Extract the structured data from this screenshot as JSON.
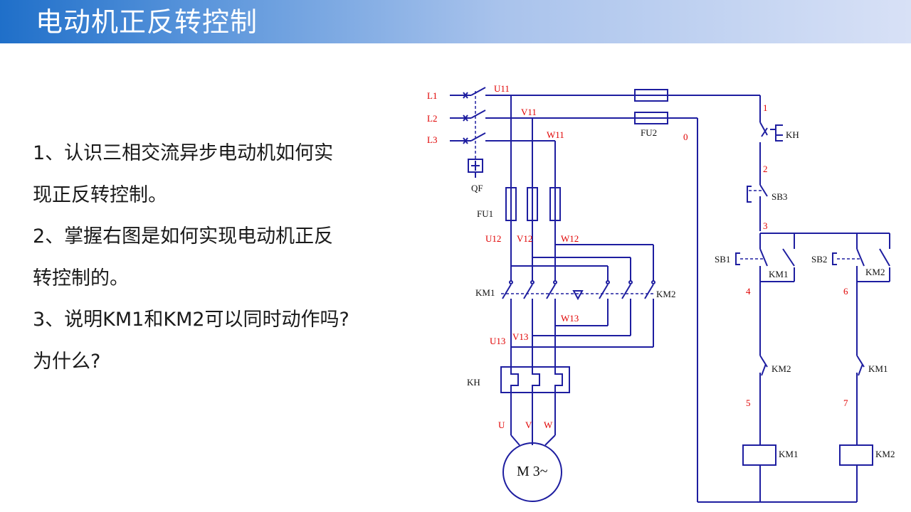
{
  "slide_title": "电动机正反转控制",
  "questions": [
    "1、认识三相交流异步电动机如何实",
    "现正反转控制。",
    "2、掌握右图是如何实现电动机正反",
    "转控制的。",
    "3、说明KM1和KM2可以同时动作吗?",
    "为什么?"
  ],
  "circuit": {
    "phases": [
      "L1",
      "L2",
      "L3"
    ],
    "breaker": "QF",
    "main_fuse": "FU1",
    "control_fuse": "FU2",
    "node_u11": "U11",
    "node_v11": "V11",
    "node_w11": "W11",
    "node_u12": "U12",
    "node_v12": "V12",
    "node_w12": "W12",
    "node_w13": "W13",
    "node_v13": "V13",
    "node_u13": "U13",
    "contactor_fwd": "KM1",
    "contactor_rev": "KM2",
    "thermal_relay": "KH",
    "terminal_u": "U",
    "terminal_v": "V",
    "terminal_w": "W",
    "motor": "M 3~",
    "ctrl_nodes": [
      "0",
      "1",
      "2",
      "3",
      "4",
      "5",
      "6",
      "7"
    ],
    "stop_button": "SB3",
    "fwd_button": "SB1",
    "rev_button": "SB2",
    "kh_contact": "KH",
    "km1_holding": "KM1",
    "km2_holding": "KM2",
    "km2_interlock": "KM2",
    "km1_interlock": "KM1",
    "km1_coil": "KM1",
    "km2_coil": "KM2"
  },
  "colors": {
    "title_gradient_start": "#1f6fc9",
    "title_gradient_end": "#d8e1f6",
    "wire": "#1e1ea0",
    "node_label": "#e00000",
    "device_label": "#111111"
  }
}
